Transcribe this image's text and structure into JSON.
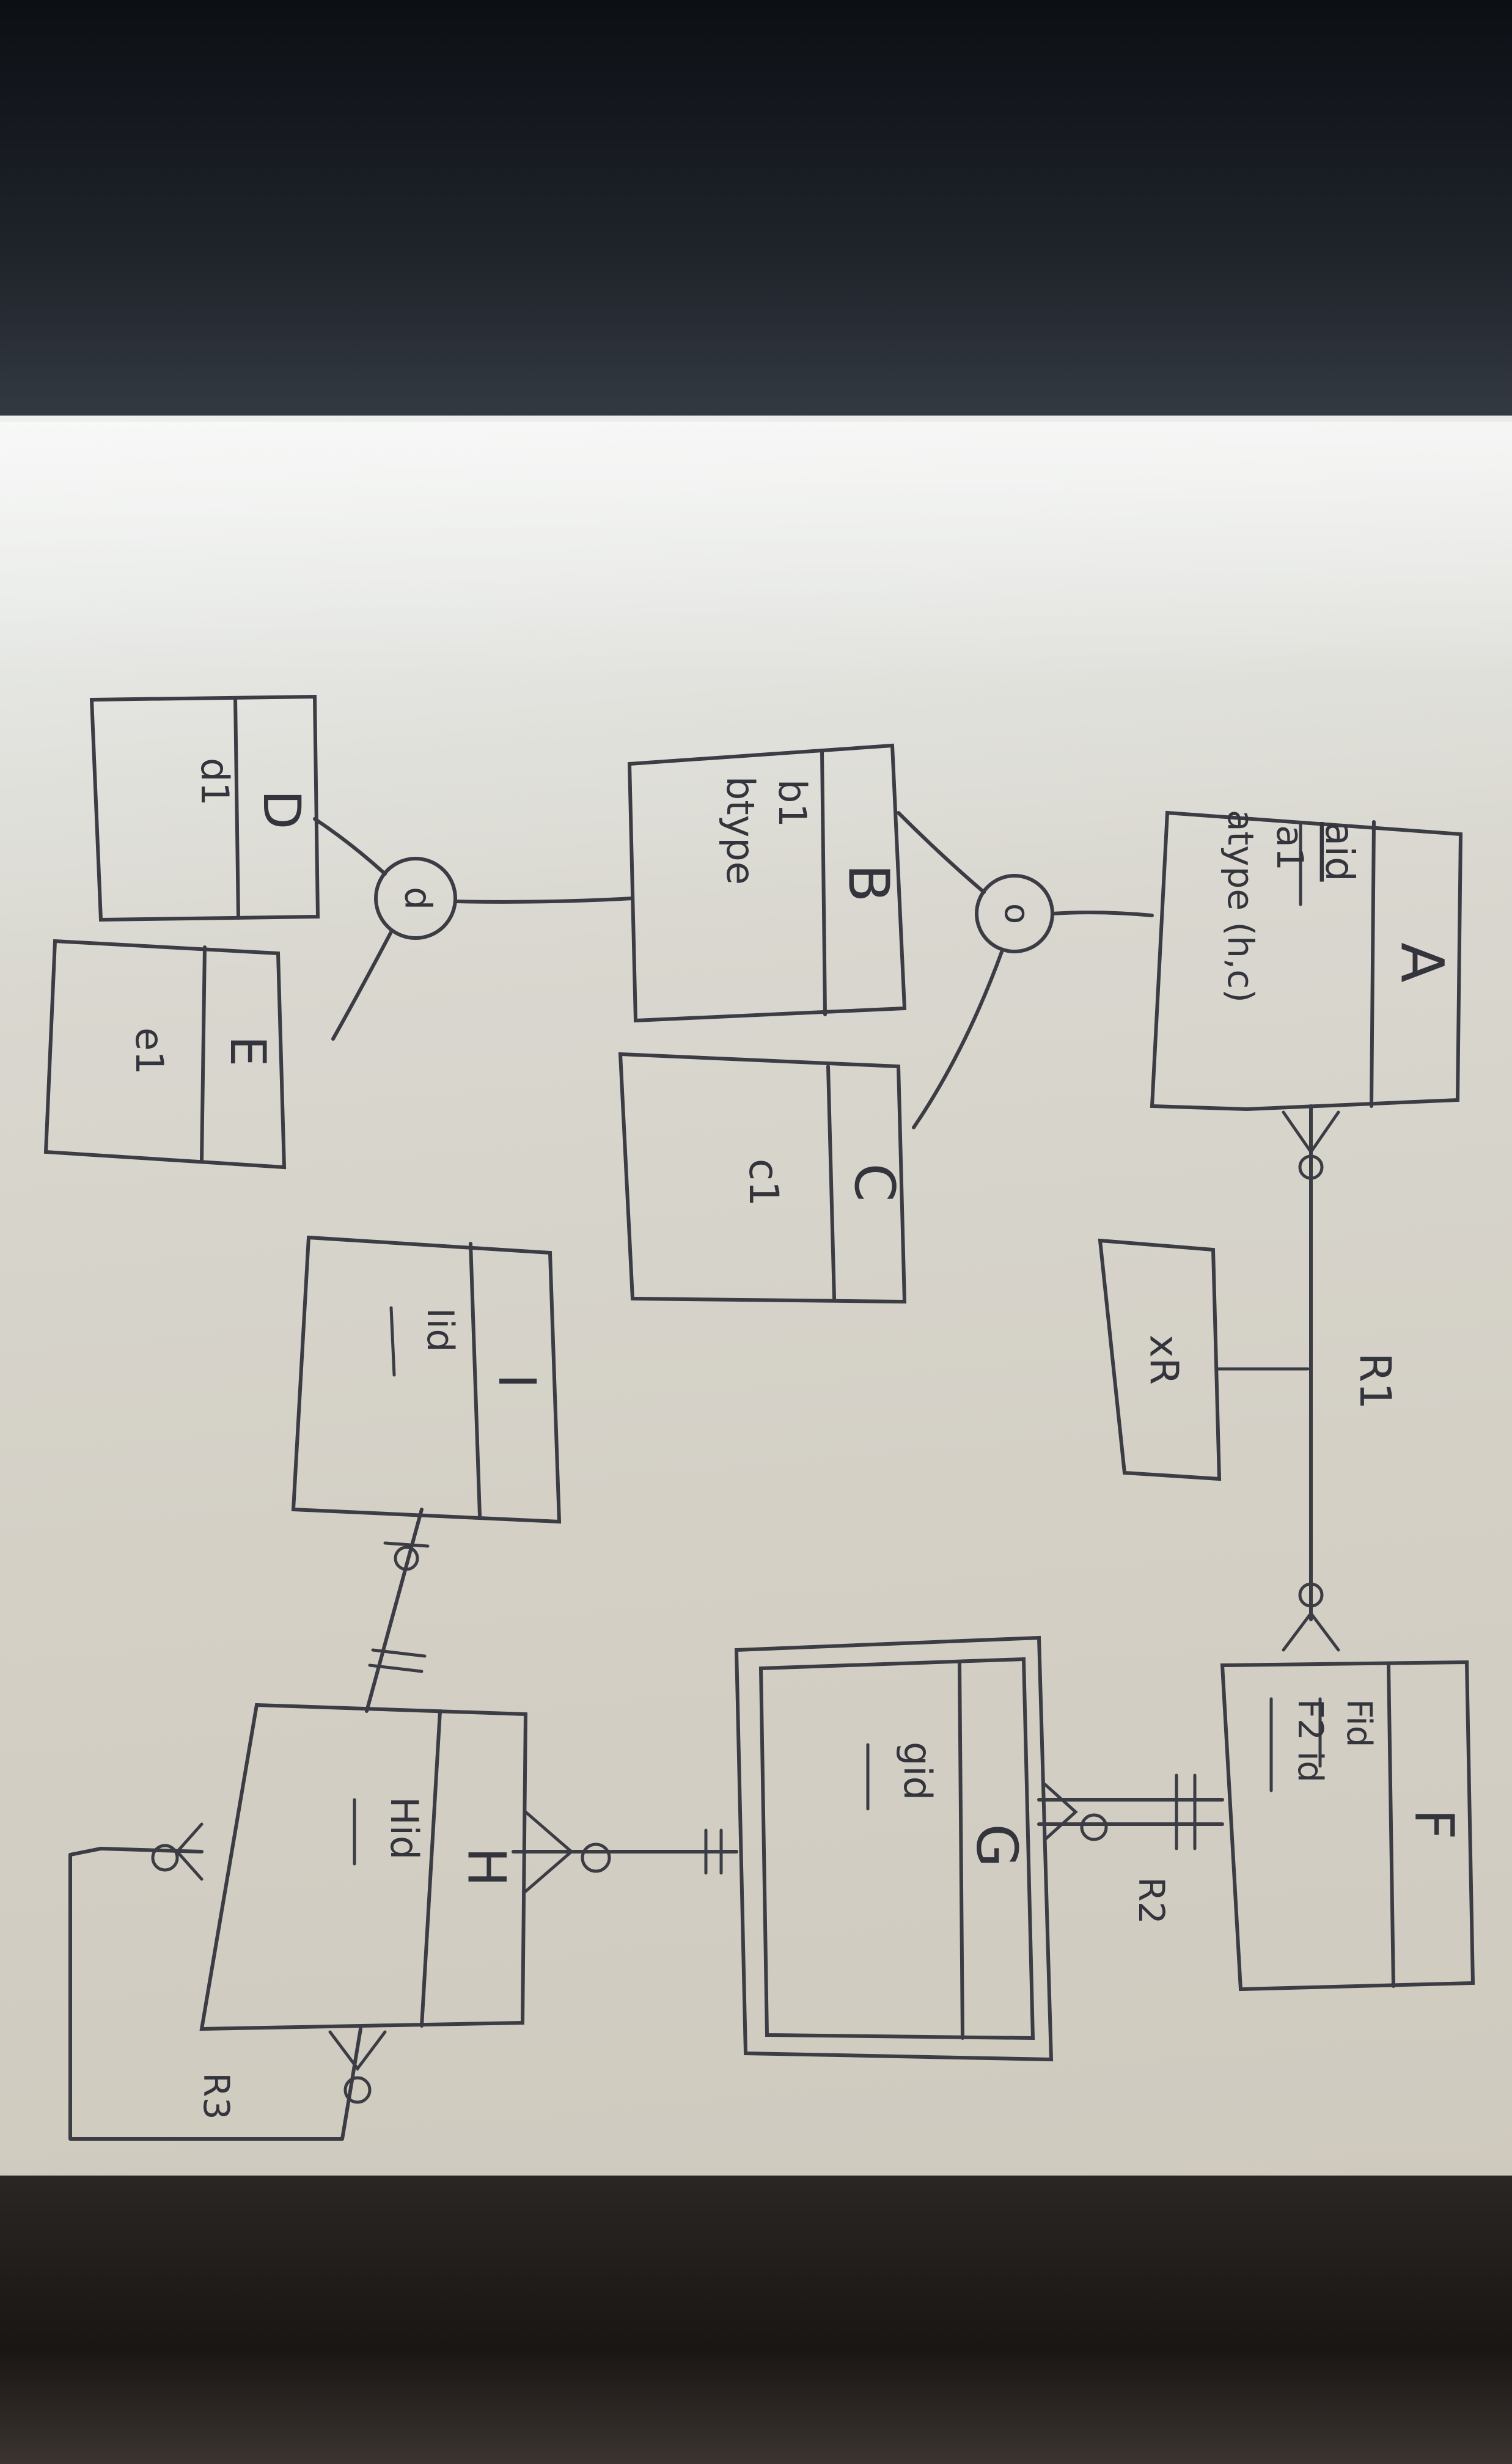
{
  "diagram": {
    "entities": {
      "A": {
        "name": "A",
        "attrs": [
          "aid",
          "a1",
          "atype (h,c)"
        ]
      },
      "B": {
        "name": "B",
        "attrs": [
          "b1",
          "btype"
        ]
      },
      "C": {
        "name": "C",
        "attrs": [
          "c1"
        ]
      },
      "D": {
        "name": "D",
        "attrs": [
          "d1"
        ]
      },
      "E": {
        "name": "E",
        "attrs": [
          "e1"
        ]
      },
      "F": {
        "name": "F",
        "attrs": [
          "Fid",
          "F2 id"
        ]
      },
      "G": {
        "name": "G",
        "attrs": [
          "gid"
        ]
      },
      "H": {
        "name": "H",
        "attrs": [
          "Hid"
        ]
      },
      "I": {
        "name": "I",
        "attrs": [
          "Iid"
        ]
      },
      "XR": {
        "name": "",
        "attrs": [
          "xR"
        ]
      }
    },
    "specializations": {
      "overlap": "o",
      "disjoint": "d"
    },
    "relationships": {
      "R1": "R1",
      "R2": "R2",
      "R3": "R3"
    }
  },
  "colors": {
    "ink": "#3b3c44",
    "paper": "#d6d2c8"
  }
}
